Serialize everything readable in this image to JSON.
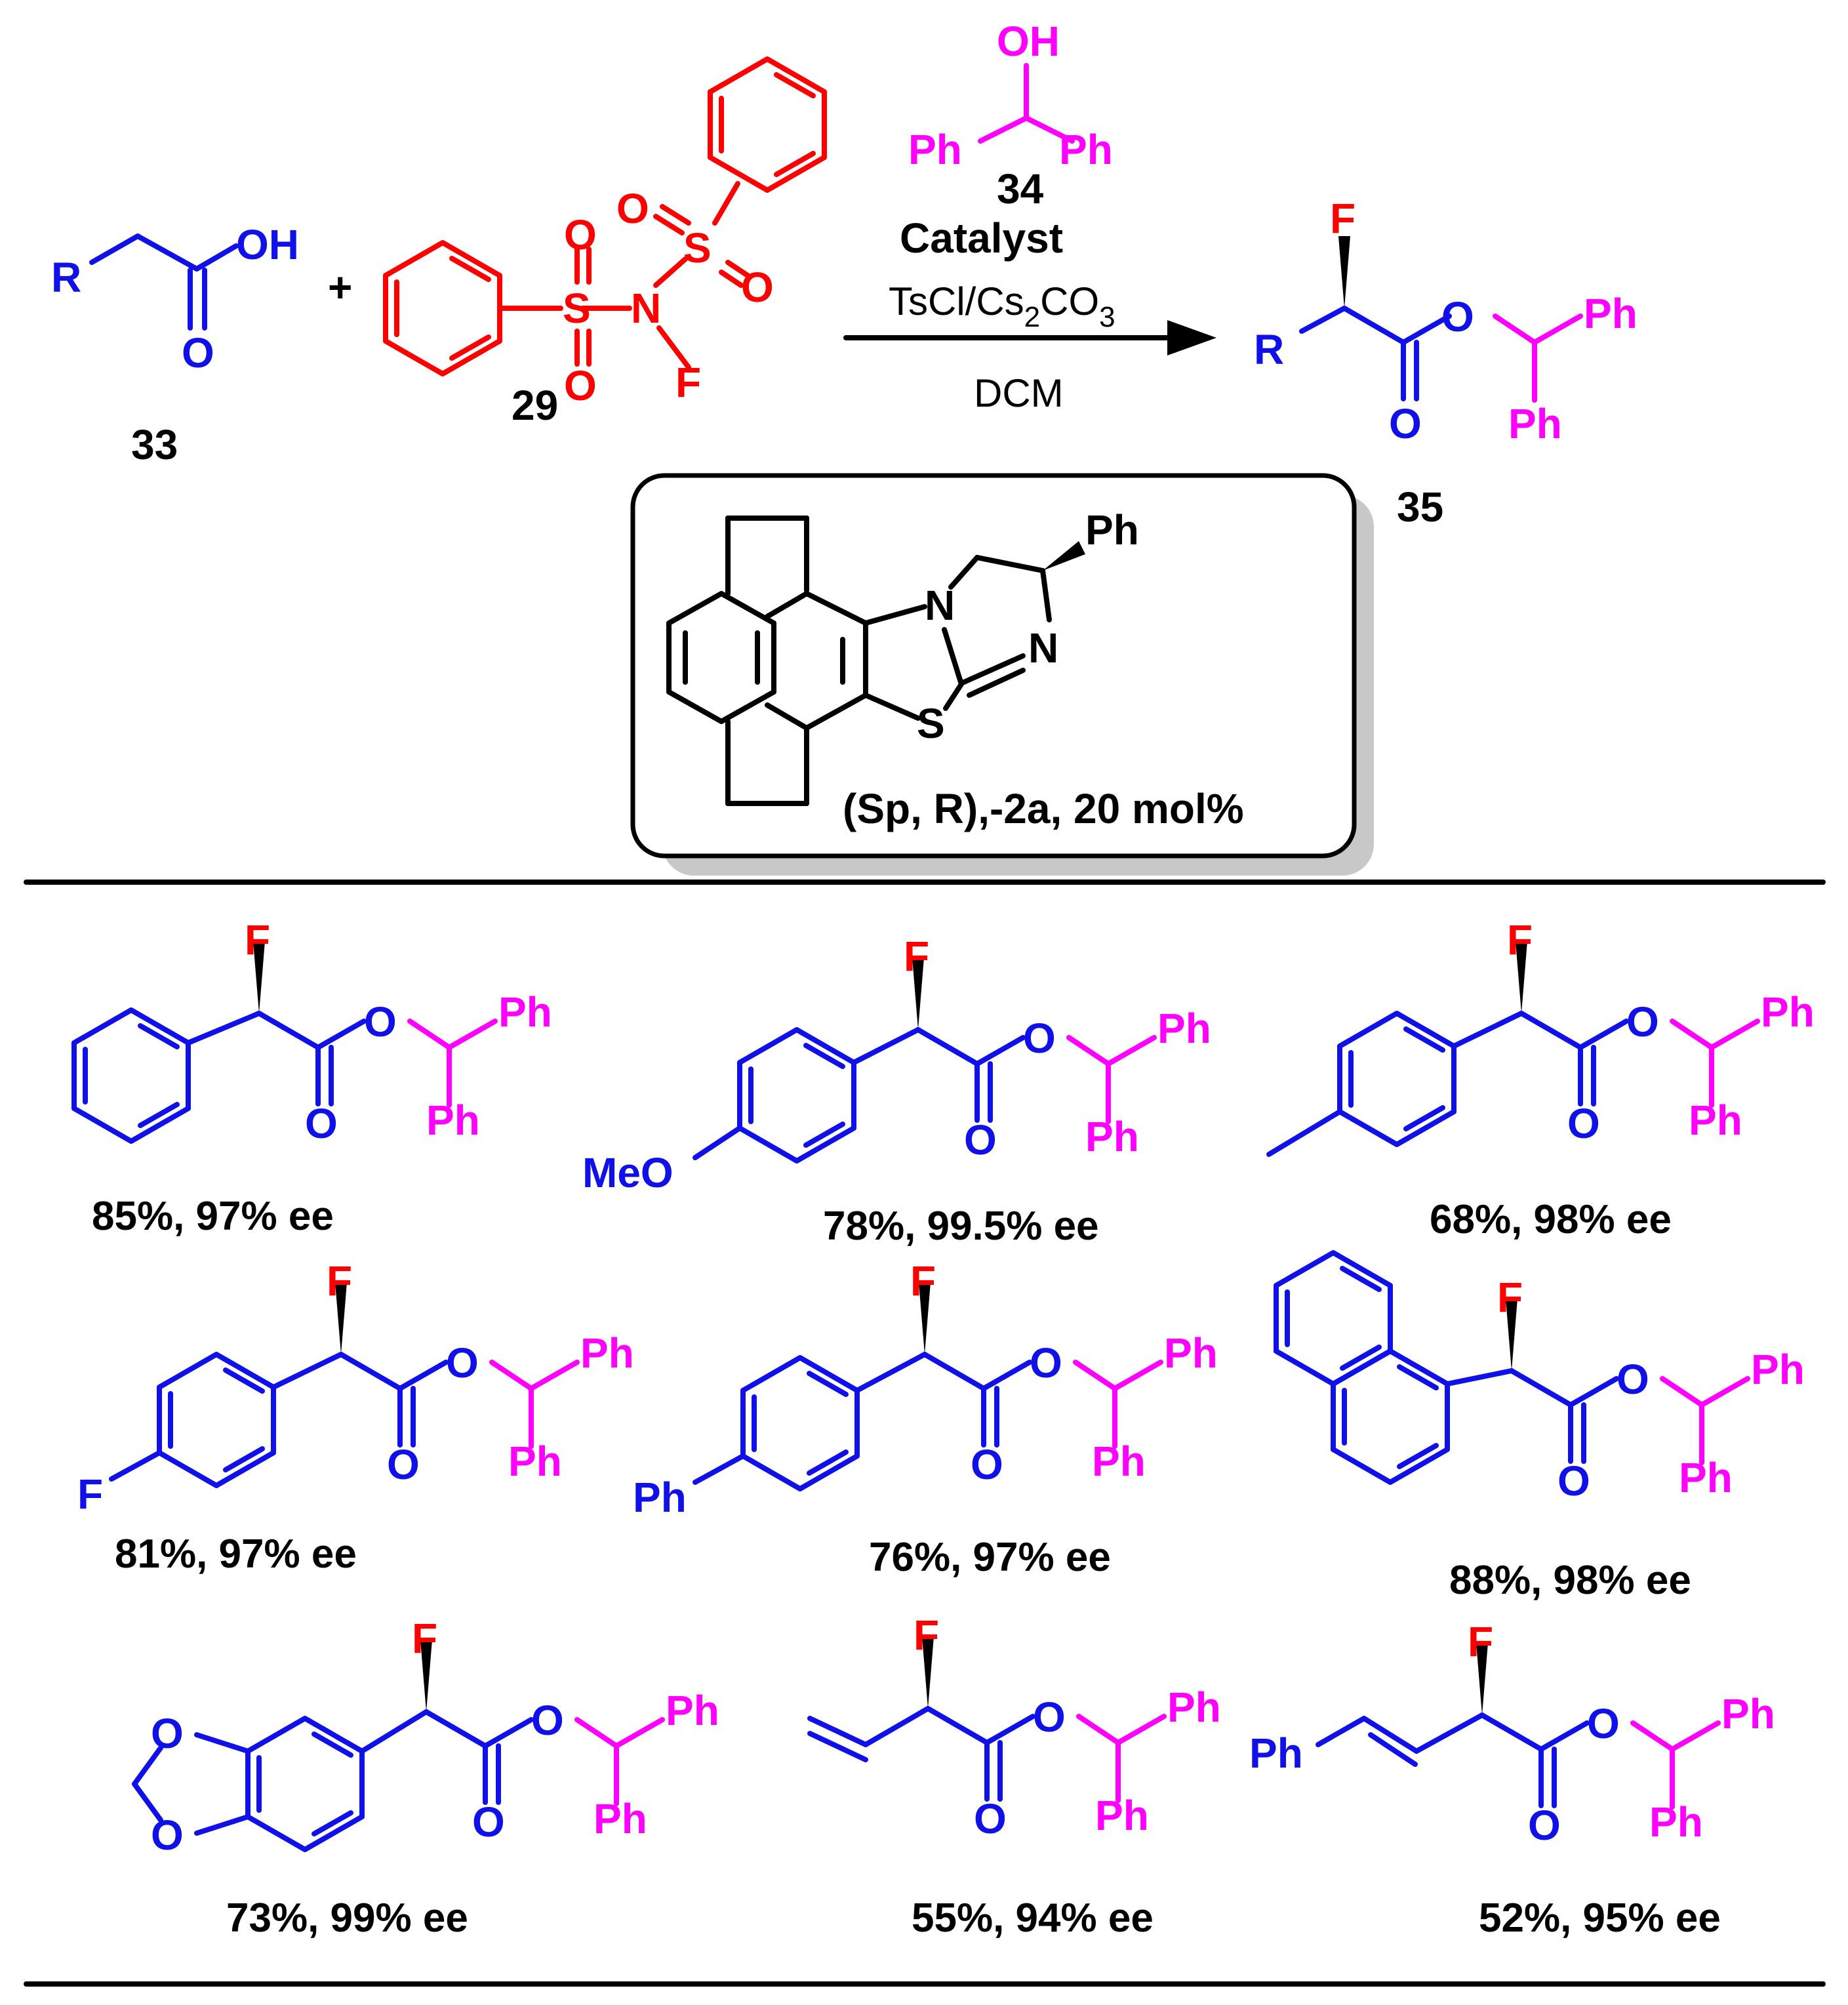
{
  "colors": {
    "acid": "#1010e8",
    "nfsi": "#ff0000",
    "alcohol": "#ff00ff",
    "catalyst": "#000000",
    "text": "#000000"
  },
  "reaction": {
    "substrate_acid": {
      "label": "33",
      "r_group": "R",
      "oh": "OH",
      "o": "O"
    },
    "plus": "+",
    "reagent_nfsi": {
      "label": "29",
      "s": "S",
      "o": "O",
      "n": "N",
      "f": "F"
    },
    "alcohol": {
      "label": "34",
      "oh": "OH",
      "ph": "Ph"
    },
    "conditions": {
      "catalyst": "Catalyst",
      "reagents_main": "TsCl/Cs",
      "reagents_sub1": "2",
      "reagents_mid": "CO",
      "reagents_sub2": "3",
      "solvent": "DCM"
    },
    "product": {
      "label": "35",
      "f": "F",
      "r_group": "R",
      "o": "O",
      "ph": "Ph"
    }
  },
  "catalyst": {
    "label": "(Sp, R),-2a, 20 mol%",
    "ph": "Ph",
    "n": "N",
    "s": "S"
  },
  "products": [
    {
      "substituent": "",
      "yield_ee": "85%, 97% ee"
    },
    {
      "substituent": "MeO",
      "yield_ee": "78%, 99.5% ee"
    },
    {
      "substituent": "",
      "yield_ee": "68%, 98% ee"
    },
    {
      "substituent": "F",
      "yield_ee": "81%, 97% ee"
    },
    {
      "substituent": "Ph",
      "yield_ee": "76%, 97% ee"
    },
    {
      "substituent": "",
      "yield_ee": "88%, 98% ee"
    },
    {
      "substituent": "O",
      "yield_ee": "73%, 99% ee"
    },
    {
      "substituent": "",
      "yield_ee": "55%, 94% ee"
    },
    {
      "substituent": "Ph",
      "yield_ee": "52%, 95% ee"
    }
  ],
  "atoms": {
    "f": "F",
    "o": "O",
    "ph": "Ph"
  }
}
